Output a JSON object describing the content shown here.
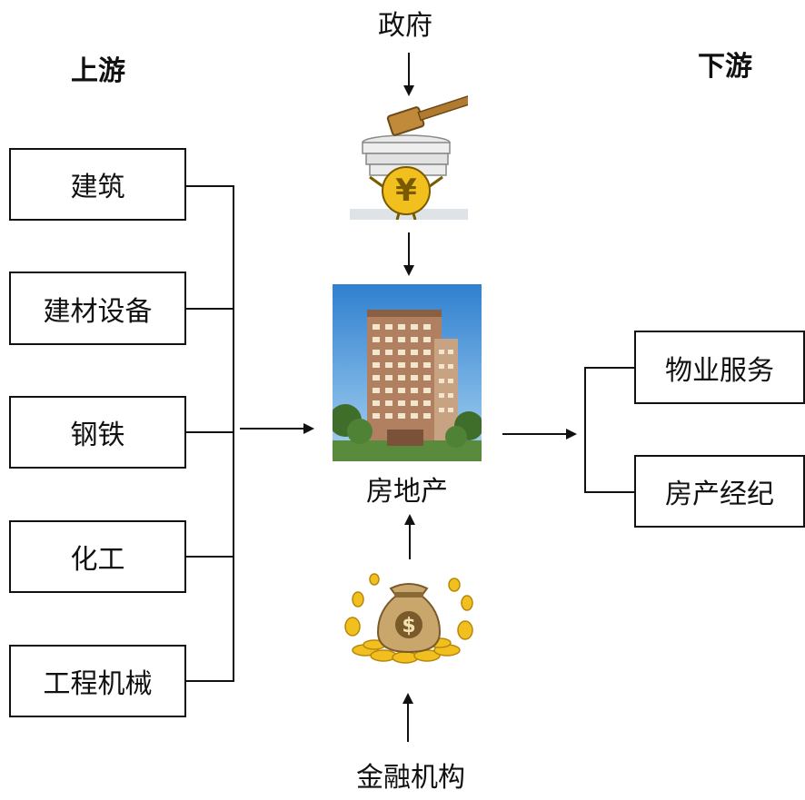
{
  "headings": {
    "upstream": "上游",
    "downstream": "下游"
  },
  "top_source": "政府",
  "center": "房地产",
  "bottom_source": "金融机构",
  "upstream_items": [
    "建筑",
    "建材设备",
    "钢铁",
    "化工",
    "工程机械"
  ],
  "downstream_items": [
    "物业服务",
    "房产经纪"
  ],
  "colors": {
    "line": "#111111",
    "sky": "#3a8fd6",
    "building": "#b08060",
    "coin": "#f2c01e",
    "bag": "#c9a66b",
    "gavel": "#c08a3a"
  },
  "icons": {
    "government": "gavel-yuan-icon",
    "real_estate": "apartment-building-icon",
    "finance": "money-bag-coins-icon"
  }
}
